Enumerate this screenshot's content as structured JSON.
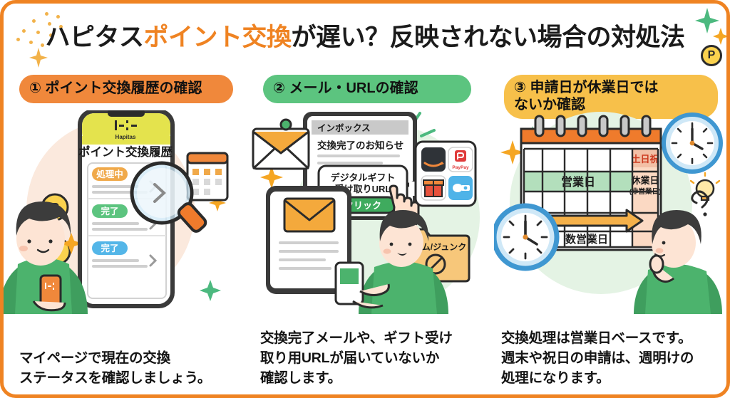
{
  "header": {
    "title_part1": "ハピタス",
    "title_highlight": "ポイント交換",
    "title_part2": "が遅い？反映されない場合の対処法",
    "highlight_color": "#ef8322",
    "coin_label": "P"
  },
  "columns": [
    {
      "step_pill": "① ポイント交換履歴の確認",
      "pill_color": "#f0883b",
      "caption": "マイページで現在の交換\nステータスを確認しましょう。",
      "art": {
        "phone_brand": "Hapitas",
        "phone_screen_title": "ポイント交換履歴",
        "status_badges": [
          {
            "label": "処理中",
            "color": "#f0a94a"
          },
          {
            "label": "完了",
            "color": "#5cc47f"
          },
          {
            "label": "完了",
            "color": "#54b6e8"
          }
        ],
        "coins": [
          "P",
          "P"
        ]
      }
    },
    {
      "step_pill": "② メール・URLの確認",
      "pill_color": "#5cc47f",
      "caption": "交換完了メールや、ギフト受け\n取り用URLが届いていないか\n確認します。",
      "art": {
        "inbox_header": "インボックス",
        "mail_subject": "交換完了のお知らせ",
        "popup_line1": "デジタルギフト",
        "popup_line2": "受け取りURL",
        "click_button": "クリック",
        "brand_tiles": [
          "amazon",
          "PayPay",
          "gift",
          "voucher"
        ],
        "spam_folder": "スパム/ジュンク"
      }
    },
    {
      "step_pill": "③ 申請日が休業日では\nないか確認",
      "pill_color": "#f7c04a",
      "caption": "交換処理は営業日ベースです。\n週末や祝日の申請は、週明けの\n処理になります。",
      "art": {
        "calendar_holiday_header": "土日祝",
        "calendar_business": "営業日",
        "calendar_closed_line1": "休業日",
        "calendar_closed_line2": "(非営業日)",
        "calendar_arrow_label": "数営業日"
      }
    }
  ],
  "decor": {
    "frame_color": "#ef8322",
    "sparkle_green": "#4cb97f",
    "sparkle_orange": "#f5a623",
    "sparkle_yellow": "#f2b24a"
  }
}
